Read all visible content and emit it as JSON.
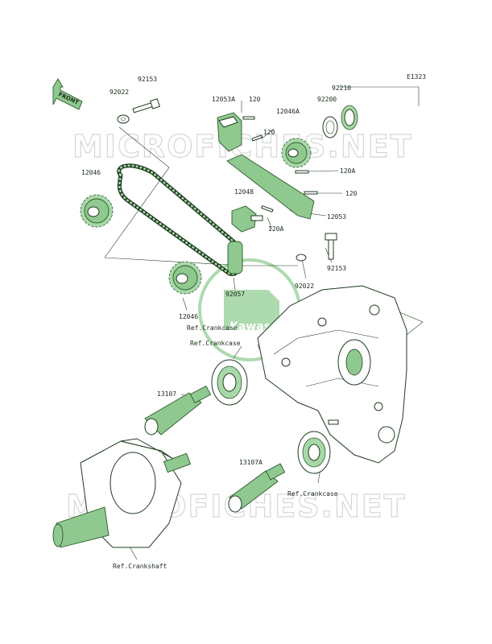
{
  "diagram_code": "E1323",
  "front_label": "FRONT",
  "watermark_text": "MICROFICHES.NET",
  "logo_text": "Kawasaki",
  "colors": {
    "part_fill": "#8fc98f",
    "outline": "#1f3b1f",
    "watermark": "#d6d6d6"
  },
  "labels": {
    "p92153_top": "92153",
    "p92022_top": "92022",
    "p12053A": "12053A",
    "p120_a": "120",
    "p12046A": "12046A",
    "p92200": "92200",
    "p92210": "92210",
    "p120_b": "120",
    "p12046_top": "12046",
    "p12048": "12048",
    "p120A_a": "120A",
    "p120_c": "120",
    "p12053": "12053",
    "p120A_b": "120A",
    "p92153_bot": "92153",
    "p92022_bot": "92022",
    "p92057": "92057",
    "p12046_bot": "12046",
    "p13107": "13107",
    "p13107A": "13107A"
  },
  "refs": {
    "crankcase_1": "Ref.Crankcase",
    "crankcase_2": "Ref.Crankcase",
    "crankcase_3": "Ref.Crankcase",
    "crankshaft": "Ref.Crankshaft"
  }
}
